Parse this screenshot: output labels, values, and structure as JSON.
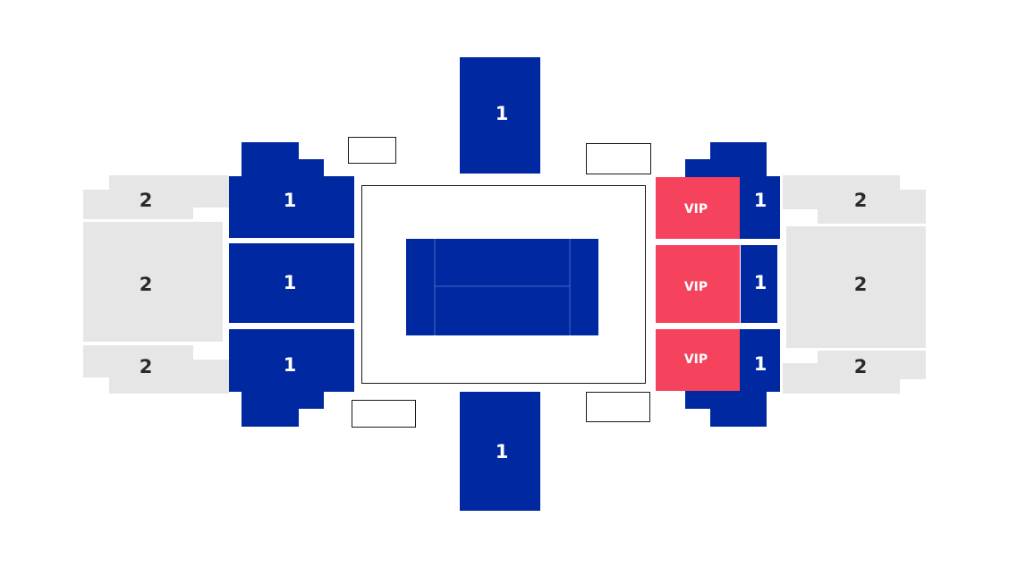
{
  "colors": {
    "background": "#ffffff",
    "category1": "#0028a0",
    "category2": "#e6e6e6",
    "vip": "#f5435e",
    "court": "#0028a0",
    "court_lines": "#4a66c8",
    "stage_border": "#1a1a1a",
    "label_light": "#ffffff",
    "label_dark": "#2a2a2a"
  },
  "sections": {
    "top_center": "1",
    "bottom_center": "1",
    "left_upper": "1",
    "left_middle": "1",
    "left_lower": "1",
    "right_upper": "1",
    "right_middle": "1",
    "right_lower": "1",
    "vip_upper": "VIP",
    "vip_middle": "VIP",
    "vip_lower": "VIP",
    "outer_left_upper": "2",
    "outer_left_middle": "2",
    "outer_left_lower": "2",
    "outer_right_upper": "2",
    "outer_right_middle": "2",
    "outer_right_lower": "2"
  }
}
